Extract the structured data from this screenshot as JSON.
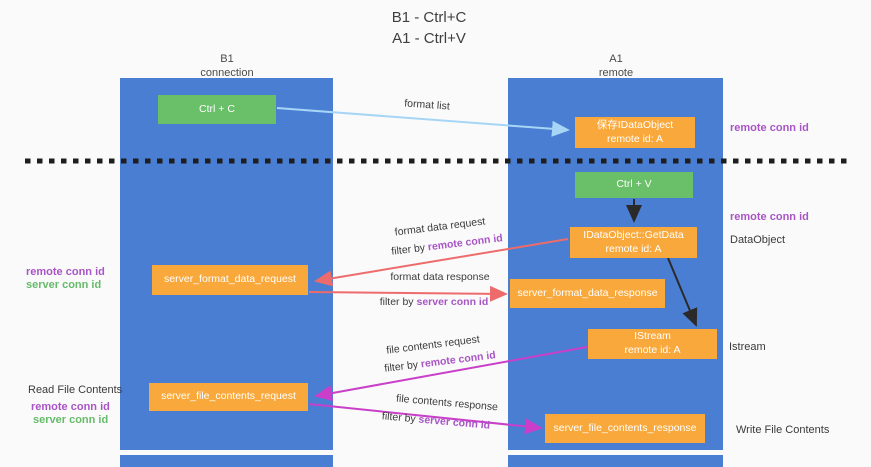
{
  "title": {
    "line1": "B1 - Ctrl+C",
    "line2": "A1 - Ctrl+V"
  },
  "columns": {
    "left": {
      "name": "B1",
      "role": "connection"
    },
    "right": {
      "name": "A1",
      "role": "remote"
    }
  },
  "boxes": {
    "ctrl_c": {
      "label": "Ctrl + C"
    },
    "save_dataobject": {
      "line1": "保存IDataObject",
      "line2": "remote id: A"
    },
    "ctrl_v": {
      "label": "Ctrl + V"
    },
    "getdata": {
      "line1": "IDataObject::GetData",
      "line2": "remote id: A"
    },
    "format_request": {
      "label": "server_format_data_request"
    },
    "format_response": {
      "label": "server_format_data_response"
    },
    "istream": {
      "line1": "IStream",
      "line2": "remote id: A"
    },
    "file_request": {
      "label": "server_file_contents_request"
    },
    "file_response": {
      "label": "server_file_contents_response"
    }
  },
  "arrow_labels": {
    "format_list": "format list",
    "format_data_request": "format data request",
    "format_data_response": "format data response",
    "file_contents_request": "file contents request",
    "file_contents_response": "file contents response",
    "filter_by": "filter by "
  },
  "side_labels": {
    "remote_conn_id": "remote conn id",
    "server_conn_id": "server conn id",
    "dataobject": "DataObject",
    "istream": "Istream",
    "read_file_contents": "Read File Contents",
    "write_file_contents": "Write File Contents"
  },
  "colors": {
    "column_blue": "#4a7ed2",
    "box_orange": "#f9a83c",
    "box_green": "#6abf69",
    "arrow_salmon": "#ed6c6b",
    "arrow_magenta": "#c93fc9",
    "arrow_lightblue": "#a7d5f6",
    "arrow_black": "#2a2a2a",
    "text_purple": "#a855c6",
    "text_green": "#66bb6a"
  }
}
